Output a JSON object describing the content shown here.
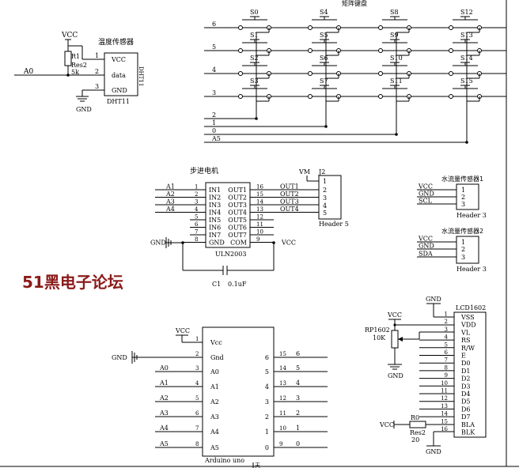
{
  "watermark": "51黑电子论坛",
  "dht11": {
    "title": "温度传感器",
    "part": "DHT11",
    "ref": "DHT11",
    "vcc_net": "VCC",
    "gnd_net": "GND",
    "pins": [
      {
        "num": "1",
        "name": "VCC"
      },
      {
        "num": "2",
        "name": "data"
      },
      {
        "num": "3",
        "name": "GND"
      }
    ],
    "resistor_ref": "R1",
    "resistor_name": "Res2",
    "resistor_value": "5k",
    "net_a0": "A0"
  },
  "matrix": {
    "title": "矩阵键盘",
    "switches": [
      [
        "S0",
        "S4",
        "S8",
        "S12"
      ],
      [
        "S1",
        "S5",
        "S9",
        "S13"
      ],
      [
        "S2",
        "S6",
        "S10",
        "S14"
      ],
      [
        "S3",
        "S7",
        "S11",
        "S15"
      ]
    ],
    "row_nets": [
      "6",
      "5",
      "4",
      "3"
    ],
    "col_nets": [
      "2",
      "1",
      "0",
      "A5"
    ]
  },
  "uln": {
    "title": "步进电机",
    "ref": "ULN2003",
    "left": [
      {
        "net": "A1",
        "num": "1",
        "name": "IN1"
      },
      {
        "net": "A2",
        "num": "2",
        "name": "IN2"
      },
      {
        "net": "A3",
        "num": "3",
        "name": "IN3"
      },
      {
        "net": "A4",
        "num": "4",
        "name": "IN4"
      },
      {
        "net": "",
        "num": "5",
        "name": "IN5"
      },
      {
        "net": "",
        "num": "6",
        "name": "IN6"
      },
      {
        "net": "",
        "num": "7",
        "name": "IN7"
      },
      {
        "net": "GND",
        "num": "8",
        "name": "GND"
      }
    ],
    "right": [
      {
        "net": "OUT1",
        "num": "16",
        "name": "OUT1"
      },
      {
        "net": "OUT2",
        "num": "15",
        "name": "OUT2"
      },
      {
        "net": "OUT3",
        "num": "14",
        "name": "OUT3"
      },
      {
        "net": "OUT4",
        "num": "13",
        "name": "OUT4"
      },
      {
        "net": "",
        "num": "12",
        "name": "OUT5"
      },
      {
        "net": "",
        "num": "11",
        "name": "OUT6"
      },
      {
        "net": "",
        "num": "10",
        "name": "OUT7"
      },
      {
        "net": "VCC",
        "num": "9",
        "name": "COM"
      }
    ],
    "cap_ref": "C1",
    "cap_value": "0.1uF"
  },
  "j2": {
    "ref": "J2",
    "vm": "VM",
    "pins": [
      "1",
      "2",
      "3",
      "4",
      "5"
    ],
    "footer": "Header 5"
  },
  "flow1": {
    "title": "水流量传感器1",
    "nets": [
      "VCC",
      "GND",
      "SCL"
    ],
    "pins": [
      "1",
      "2",
      "3"
    ],
    "footer": "Header 3"
  },
  "flow2": {
    "title": "水流量传感器2",
    "nets": [
      "VCC",
      "GND",
      "SDA"
    ],
    "pins": [
      "1",
      "2",
      "3"
    ],
    "footer": "Header 3"
  },
  "lcd": {
    "ref": "LCD1602",
    "gnd_top": "GND",
    "vcc_pot": "VCC",
    "pot_ref": "RP1602",
    "pot_value": "10K",
    "gnd_pot": "GND",
    "r0_ref": "R0",
    "r0_name": "Res2",
    "r0_value": "20",
    "vcc_r0": "VCC",
    "gnd_bottom": "GND",
    "pins": [
      {
        "num": "1",
        "name": "VSS"
      },
      {
        "num": "2",
        "name": "VDD"
      },
      {
        "num": "3",
        "name": "VL"
      },
      {
        "num": "4",
        "name": "RS"
      },
      {
        "num": "5",
        "name": "R/W"
      },
      {
        "num": "6",
        "name": "E"
      },
      {
        "num": "7",
        "name": "D0"
      },
      {
        "num": "8",
        "name": "D1"
      },
      {
        "num": "9",
        "name": "D2"
      },
      {
        "num": "10",
        "name": "D3"
      },
      {
        "num": "11",
        "name": "D4"
      },
      {
        "num": "12",
        "name": "D5"
      },
      {
        "num": "13",
        "name": "D6"
      },
      {
        "num": "14",
        "name": "D7"
      },
      {
        "num": "15",
        "name": "BLA"
      },
      {
        "num": "16",
        "name": "BLK"
      }
    ]
  },
  "arduino": {
    "ref": "Arduino uno",
    "vcc": "VCC",
    "gnd": "GND",
    "left": [
      {
        "net": "",
        "num": "1",
        "name": "Vcc"
      },
      {
        "net": "",
        "num": "2",
        "name": "Gnd"
      },
      {
        "net": "A0",
        "num": "3",
        "name": "A0"
      },
      {
        "net": "A1",
        "num": "4",
        "name": "A1"
      },
      {
        "net": "A2",
        "num": "5",
        "name": "A2"
      },
      {
        "net": "A3",
        "num": "6",
        "name": "A3"
      },
      {
        "net": "A4",
        "num": "7",
        "name": "A4"
      },
      {
        "net": "A5",
        "num": "8",
        "name": "A5"
      }
    ],
    "right": [
      {
        "name": "6",
        "num": "15",
        "net": "6"
      },
      {
        "name": "5",
        "num": "14",
        "net": "5"
      },
      {
        "name": "4",
        "num": "13",
        "net": "4"
      },
      {
        "name": "3",
        "num": "12",
        "net": "3"
      },
      {
        "name": "2",
        "num": "11",
        "net": "2"
      },
      {
        "name": "1",
        "num": "10",
        "net": "1"
      },
      {
        "name": "0",
        "num": "9",
        "net": "0"
      }
    ],
    "corner_label": "天"
  }
}
